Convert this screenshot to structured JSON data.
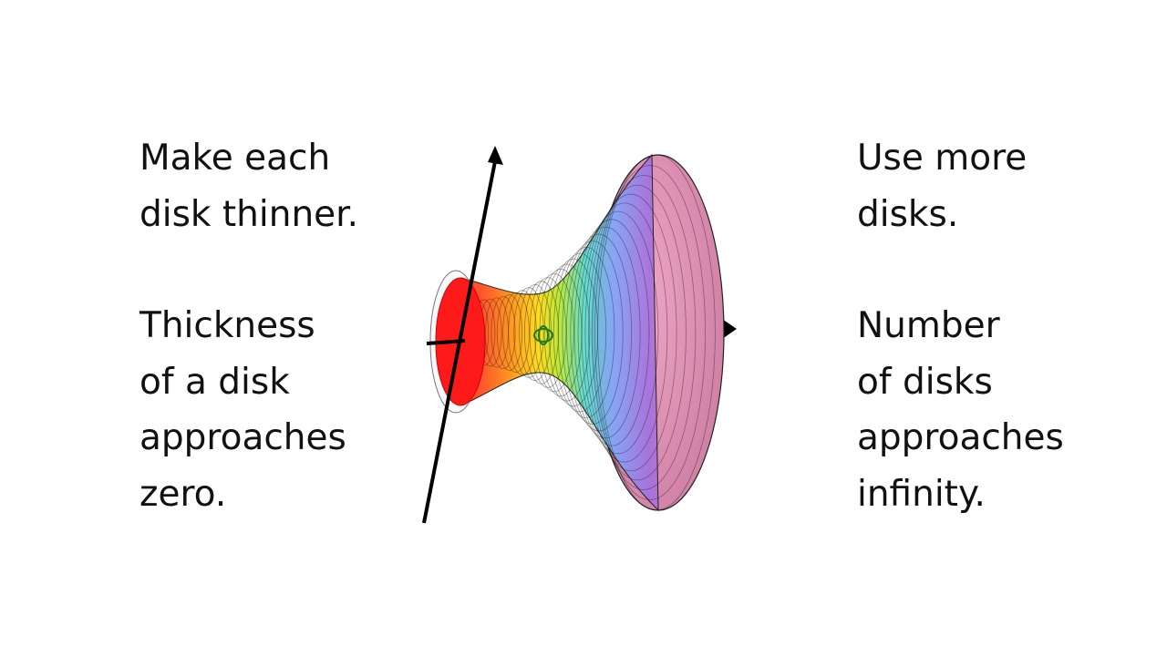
{
  "left": {
    "top": [
      "Make each",
      "disk thinner."
    ],
    "bottom": [
      "Thickness",
      "of a disk",
      "approaches",
      "zero."
    ]
  },
  "right": {
    "top": [
      "Use more",
      "disks."
    ],
    "bottom": [
      "Number",
      "of disks",
      "approaches",
      "infinity."
    ]
  },
  "colors": {
    "text": "#111111",
    "axis": "#000000",
    "disk_edge": "#222222",
    "spectrum": [
      "#ff1a1a",
      "#ff8c00",
      "#ffd700",
      "#b5e61d",
      "#4fd6c8",
      "#7aa6ff",
      "#a070e0",
      "#d070c0",
      "#d9809a"
    ]
  },
  "icons": [
    "rotation-marker-icon",
    "axis-arrowhead-icon"
  ]
}
